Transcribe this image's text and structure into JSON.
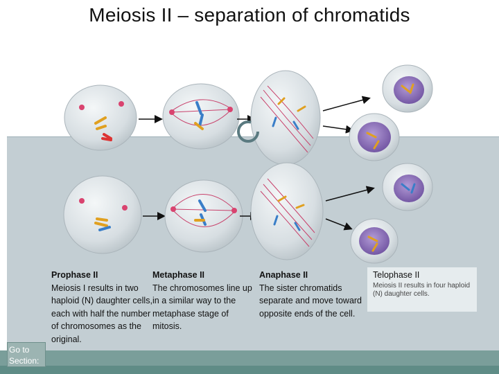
{
  "title": "Meiosis II – separation of chromatids",
  "phases": [
    {
      "name": "Prophase II",
      "description": "Meiosis I results in two haploid (N) daughter cells, each with half the number of chromosomes as the original."
    },
    {
      "name": "Metaphase II",
      "description": "The chromosomes line up in a similar way to the metaphase stage of mitosis."
    },
    {
      "name": "Anaphase II",
      "description": "The sister chromatids separate and move toward opposite ends of the cell."
    },
    {
      "name": "Telophase II",
      "description": "Meiosis II results in four haploid (N) daughter cells."
    }
  ],
  "goto_section": "Go to Section:",
  "colors": {
    "background_top": "#ffffff",
    "background_mid": "#c3ced3",
    "bottom_bar": "#7a9e9a",
    "cell_fill": "#dfe6ea",
    "nucleus_fill": "#8e6fb8",
    "spindle": "#c8416b"
  },
  "icons": {
    "replay": "circular-arrow-icon"
  }
}
